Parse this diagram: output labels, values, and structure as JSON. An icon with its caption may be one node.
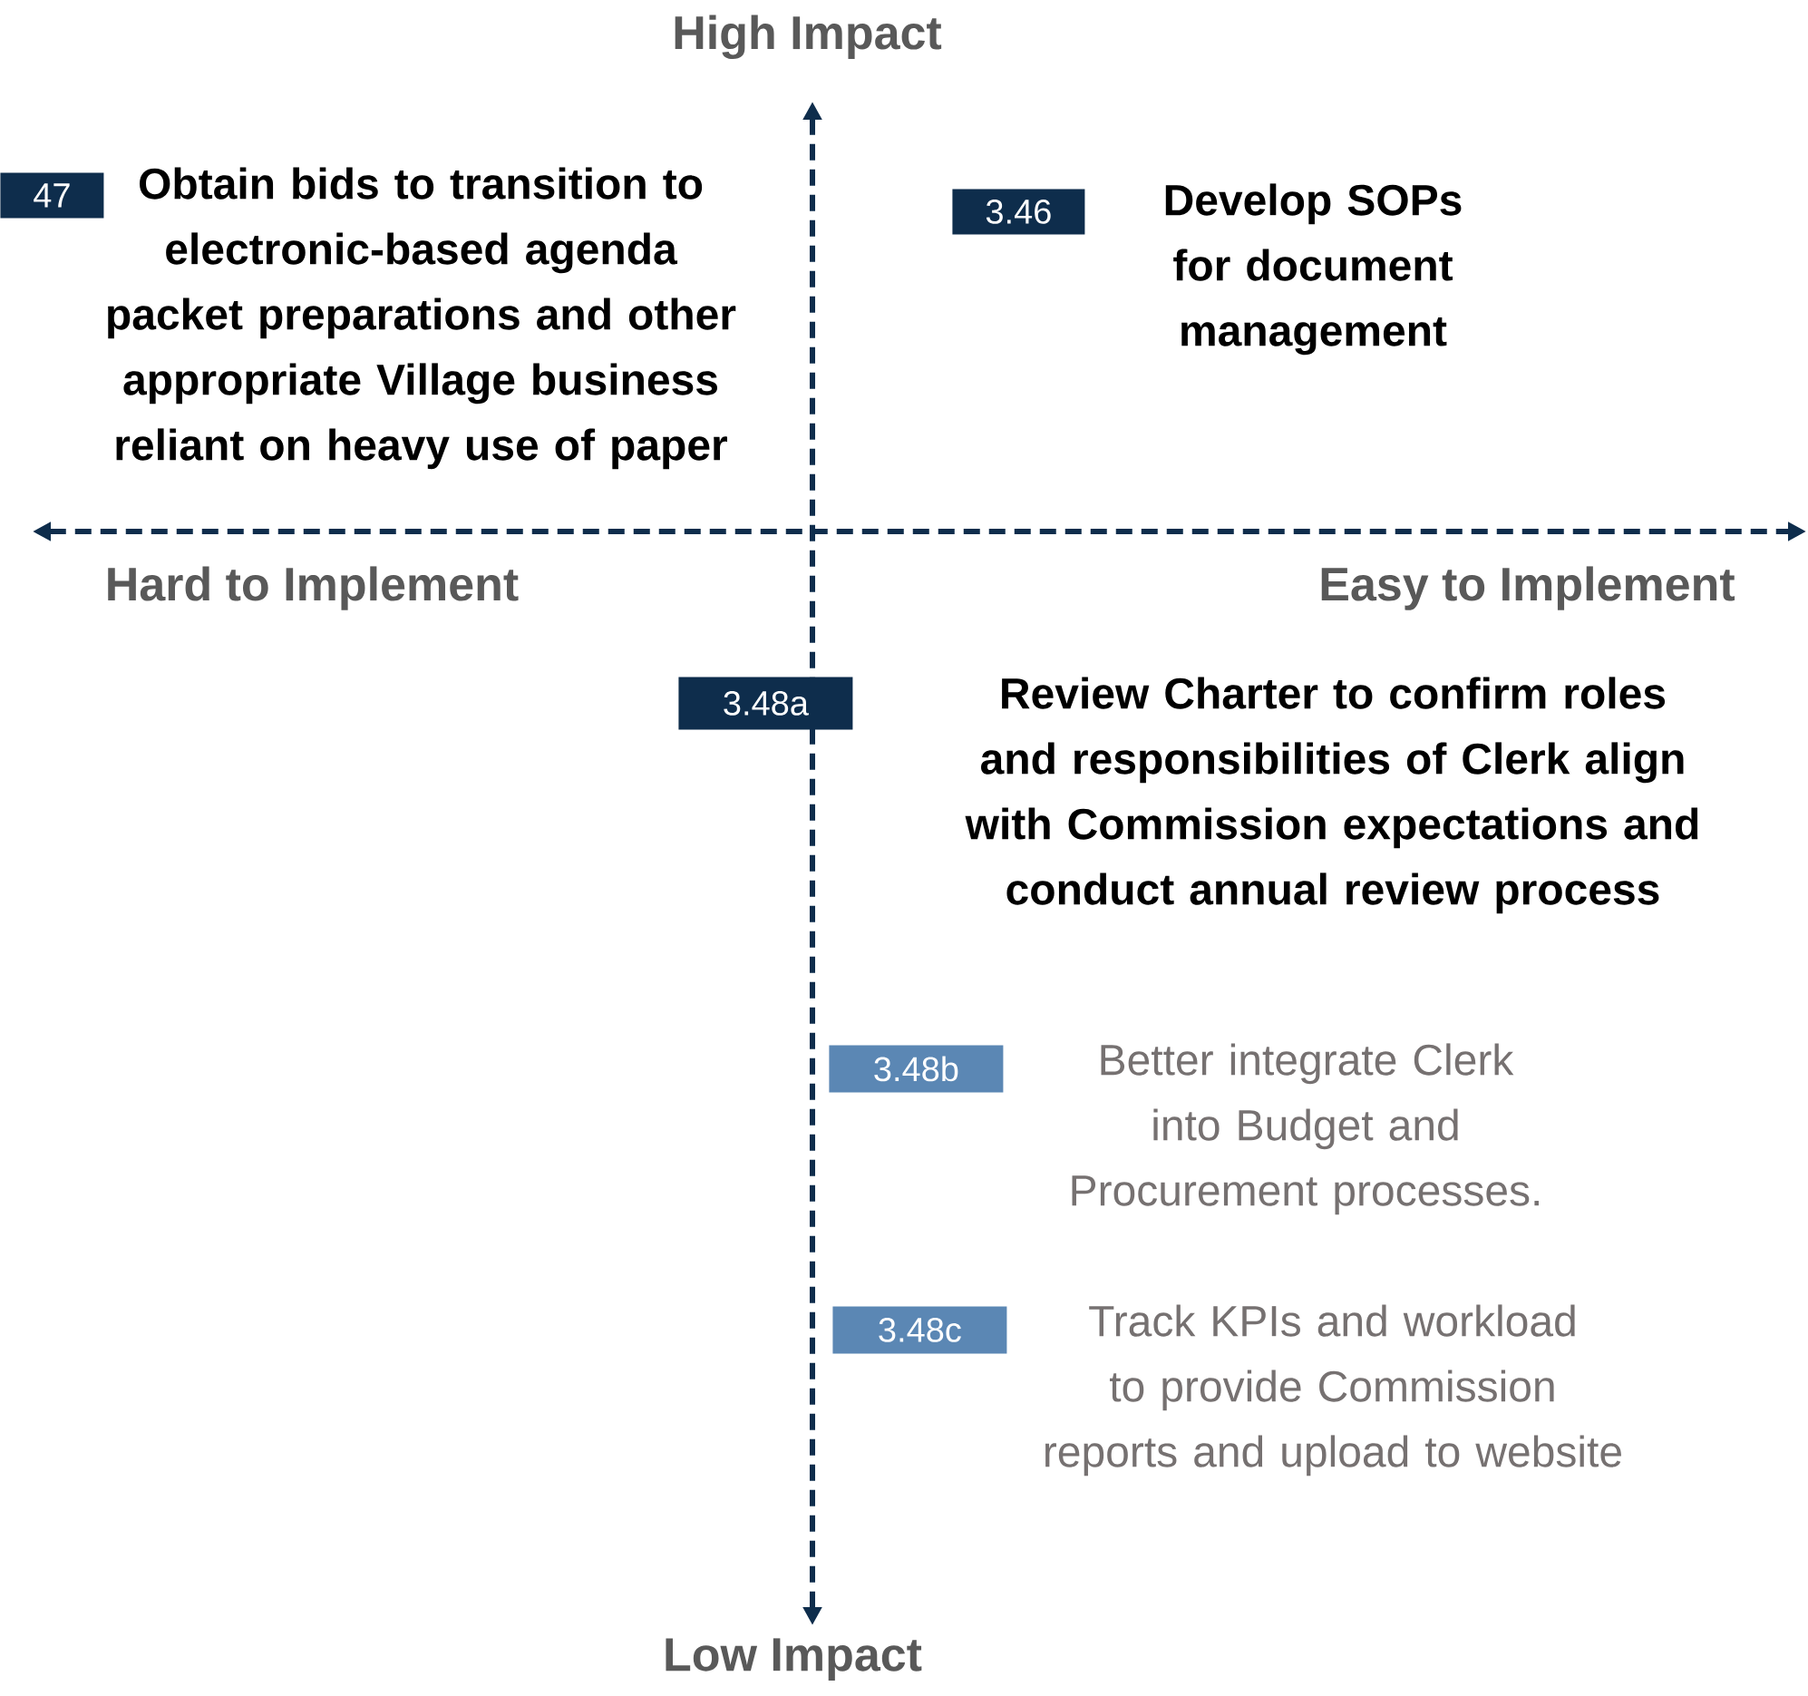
{
  "diagram": {
    "nodes": [
      {
        "text": [
          "47"
        ],
        "beside": [
          "Obtain bids to transition to electronic-based agenda packet preparations and other appropriate Village business reliant on heavy use of paper"
        ]
      },
      {
        "text": [
          "3.46"
        ],
        "beside": [
          "Develop SOPs for document management"
        ]
      },
      {
        "text": [
          "3.48a"
        ],
        "beside": [
          "Review Charter to confirm roles and responsibilities of Clerk align with Commission expectations and conduct annual review process"
        ]
      },
      {
        "text": [
          "3.48b"
        ],
        "beside": [
          "Better integrate Clerk into Budget and Procurement processes."
        ]
      },
      {
        "text": [
          "3.48c"
        ],
        "beside": [
          "Track KPIs and workload to provide Commission reports and upload to website"
        ]
      }
    ],
    "labels": [
      "High Impact",
      "Hard to Implement",
      "Easy to Implement",
      "Low Impact"
    ]
  }
}
